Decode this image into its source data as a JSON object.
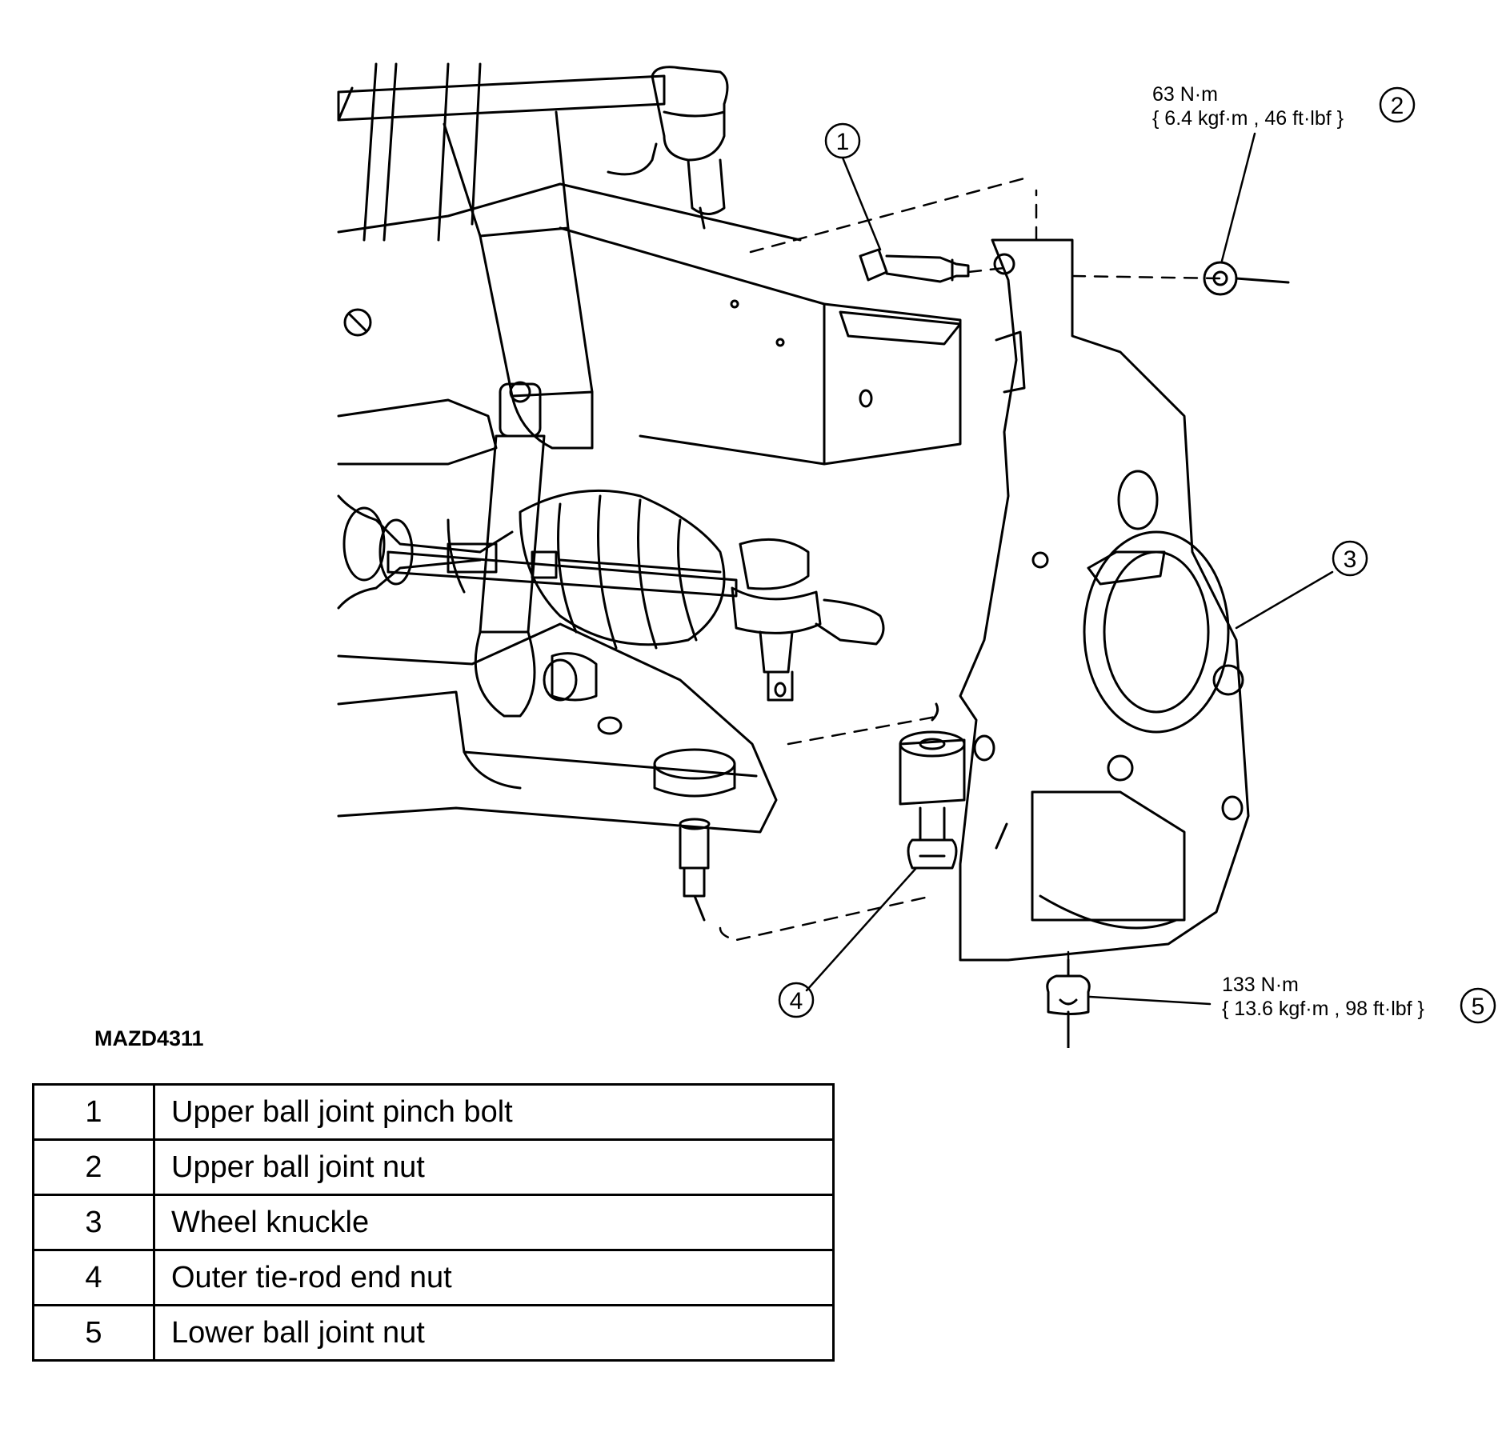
{
  "figure_code": "MAZD4311",
  "callouts": [
    {
      "number": "1"
    },
    {
      "number": "2",
      "torque_line1": "63 N·m",
      "torque_line2": "{ 6.4 kgf·m , 46 ft·lbf }"
    },
    {
      "number": "3"
    },
    {
      "number": "4"
    },
    {
      "number": "5",
      "torque_line1": "133 N·m",
      "torque_line2": "{ 13.6 kgf·m , 98 ft·lbf }"
    }
  ],
  "legend": [
    {
      "number": "1",
      "description": "Upper ball joint pinch bolt"
    },
    {
      "number": "2",
      "description": "Upper ball joint nut"
    },
    {
      "number": "3",
      "description": "Wheel knuckle"
    },
    {
      "number": "4",
      "description": "Outer tie-rod end nut"
    },
    {
      "number": "5",
      "description": "Lower ball joint nut"
    }
  ]
}
